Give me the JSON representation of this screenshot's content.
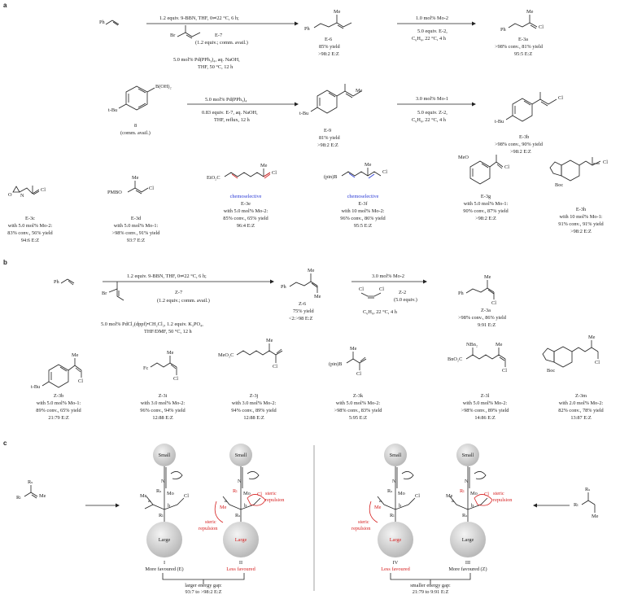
{
  "panels": [
    "a",
    "b",
    "c"
  ],
  "a": {
    "row1": {
      "reactant": "Ph",
      "arrow1_above": "1.2 equiv. 9-BBN, THF, 0⇌22 °C, 6 h;",
      "arrow1_reagent_br": "Br",
      "arrow1_reagent_name": "E-7",
      "arrow1_reagent_note": "(1.2 equiv.; comm. avail.)",
      "arrow1_below1": "5.0 mol% Pd(PPh₃)₄, aq. NaOH,",
      "arrow1_below2": "THF, 50 °C, 12 h",
      "product_ph": "Ph",
      "product_me": "Me",
      "product_name": "E-6",
      "product_yield": "85% yield",
      "product_ez": ">98:2 E:Z",
      "arrow2_above": "1.0 mol% Mo-2",
      "arrow2_below1": "5.0 equiv. E-2,",
      "arrow2_below2": "C₆H₆, 22 °C, 4 h",
      "final_ph": "Ph",
      "final_me": "Me",
      "final_cl": "Cl",
      "final_name": "E-3a",
      "final_conv": ">98% conv., 81% yield",
      "final_ez": "95:5 E:Z"
    },
    "row2": {
      "boronic": "B(OH)₂",
      "tbu": "t-Bu",
      "num": "8",
      "note": "(comm. avail.)",
      "arrow1_above": "5.0 mol% Pd(PPh₃)₄",
      "arrow1_below1": "0.83 equiv. E-7, aq. NaOH,",
      "arrow1_below2": "THF, reflux, 12 h",
      "product_tbu": "t-Bu",
      "product_me": "Me",
      "product_name": "E-9",
      "product_yield": "81% yield",
      "product_ez": ">98:2 E:Z",
      "arrow2_above": "3.0 mol% Mo-1",
      "arrow2_below1": "5.0 equiv. Z-2,",
      "arrow2_below2": "C₆H₆, 22 °C, 4 h",
      "final_tbu": "t-Bu",
      "final_cl": "Cl",
      "final_name": "E-3b",
      "final_conv": ">98% conv., 90% yield",
      "final_ez": ">98:2 E:Z"
    },
    "row3": [
      {
        "name": "E-3c",
        "l1": "with 5.0 mol% Mo-2:",
        "l2": "83% conv., 56% yield",
        "l3": "94:6  E:Z"
      },
      {
        "name": "E-3d",
        "l1": "with 5.0 mol% Mo-1:",
        "l2": ">98% conv., 91% yield",
        "l3": "93:7 E:Z",
        "pmbo": "PMBO",
        "me": "Me",
        "cl": "Cl"
      },
      {
        "name": "E-3e",
        "tag": "chemoselective",
        "l1": "with 5.0 mol% Mo-2:",
        "l2": "85% conv., 65% yield",
        "l3": "96:4 E:Z",
        "etoc": "EtO₂C",
        "me": "Me",
        "cl": "Cl"
      },
      {
        "name": "E-3f",
        "tag": "chemoselective",
        "l1": "with 10 mol% Mo-2:",
        "l2": "96% conv., 86% yield",
        "l3": "95:5 E:Z",
        "pinb": "(pin)B",
        "me": "Me",
        "cl": "Cl"
      },
      {
        "name": "E-3g",
        "l1": "with 5.0 mol% Mo-1:",
        "l2": "90% conv., 87% yield",
        "l3": ">98:2 E:Z",
        "meo": "MeO",
        "cl": "Cl"
      },
      {
        "name": "E-3h",
        "l1": "with 10 mol% Mo-1:",
        "l2": "91% conv., 91% yield",
        "l3": ">98:2 E:Z",
        "boc": "Boc",
        "cl": "Cl"
      }
    ],
    "e3c_labels": {
      "o": "O",
      "n": "N",
      "cl": "Cl"
    }
  },
  "b": {
    "row1": {
      "reactant": "Ph",
      "arrow1_above": "1.2 equiv. 9-BBN, THF, 0⇌22 °C, 6 h;",
      "reagent_br": "Br",
      "reagent_name": "Z-7",
      "reagent_note": "(1.2 equiv.; comm. avail.)",
      "arrow1_below1": "5.0 mol% PdCl₂(dppf)•CH₂Cl₂, 1.2 equiv. K₃PO₄,",
      "arrow1_below2": "THF/DMF, 50 °C, 12 h",
      "product_ph": "Ph",
      "product_me": "Me",
      "product_me2": "Me",
      "product_name": "Z-6",
      "product_yield": "75% yield",
      "product_ez": "<2:>98 E:Z",
      "arrow2_above": "3.0 mol% Mo-2",
      "arrow2_cl1": "Cl",
      "arrow2_cl2": "Cl",
      "arrow2_name": "Z-2",
      "arrow2_equiv": "(5.0 equiv.)",
      "arrow2_below": "C₆H₆, 22 °C, 4 h",
      "final_ph": "Ph",
      "final_me": "Me",
      "final_cl": "Cl",
      "final_name": "Z-3a",
      "final_conv": ">98% conv., 86% yield",
      "final_ez": "9:91 E:Z"
    },
    "row2": [
      {
        "name": "Z-3b",
        "l1": "with 5.0 mol% Mo-1:",
        "l2": "89% conv., 65% yield",
        "l3": "21:79 E:Z",
        "tbu": "t-Bu",
        "me": "Me",
        "cl": "Cl"
      },
      {
        "name": "Z-3i",
        "l1": "with 3.0 mol% Mo-2:",
        "l2": "96% conv., 94% yield",
        "l3": "12:88 E:Z",
        "fc": "Fc",
        "me": "Me",
        "cl": "Cl"
      },
      {
        "name": "Z-3j",
        "l1": "with 3.0 mol% Mo-2:",
        "l2": "94% conv., 89% yield",
        "l3": "12:88 E:Z",
        "meo2c": "MeO₂C",
        "me": "Me",
        "cl": "Cl"
      },
      {
        "name": "Z-3k",
        "l1": "with 5.0 mol% Mo-2:",
        "l2": ">98% conv., 83% yield",
        "l3": "5:95 E:Z",
        "pinb": "(pin)B",
        "me": "Me",
        "cl": "Cl"
      },
      {
        "name": "Z-3l",
        "l1": "with 5.0 mol% Mo-2:",
        "l2": ">98% conv., 89% yield",
        "l3": "14:86 E:Z",
        "nbn2": "NBn₂",
        "bno2c": "BnO₂C",
        "me": "Me",
        "cl": "Cl"
      },
      {
        "name": "Z-3m",
        "l1": "with 2.0 mol% Mo-2:",
        "l2": "82% conv., 78% yield",
        "l3": "13:87 E:Z",
        "boc": "Boc",
        "me": "Me",
        "cl": "Cl"
      }
    ]
  },
  "c": {
    "left_substrate": {
      "rs": "Rₛ",
      "rl": "Rₗ",
      "me": "Me"
    },
    "right_substrate": {
      "rs": "Rₛ",
      "rl": "Rₗ",
      "me": "Me"
    },
    "small": "Small",
    "large": "Large",
    "mo": "Mo",
    "n": "N",
    "cl": "Cl",
    "me": "Me",
    "rs": "Rₛ",
    "rl": "Rₗ",
    "a": "a",
    "b": "b",
    "steric": "steric",
    "repulsion": "repulsion",
    "I": {
      "num": "I",
      "label": "More favoured (E)"
    },
    "II": {
      "num": "II",
      "label": "Less favoured"
    },
    "IV": {
      "num": "IV",
      "label": "Less favoured"
    },
    "III": {
      "num": "III",
      "label": "More favoured (Z)"
    },
    "gap_left1": "larger energy gap:",
    "gap_left2": "93:7 to >98:2 E:Z",
    "gap_right1": "smaller energy gap:",
    "gap_right2": "21:79 to 9:91 E:Z"
  },
  "colors": {
    "red": "#d62020",
    "blue": "#2a3ad6",
    "ink": "#222222",
    "sphere": "#cccccc"
  }
}
